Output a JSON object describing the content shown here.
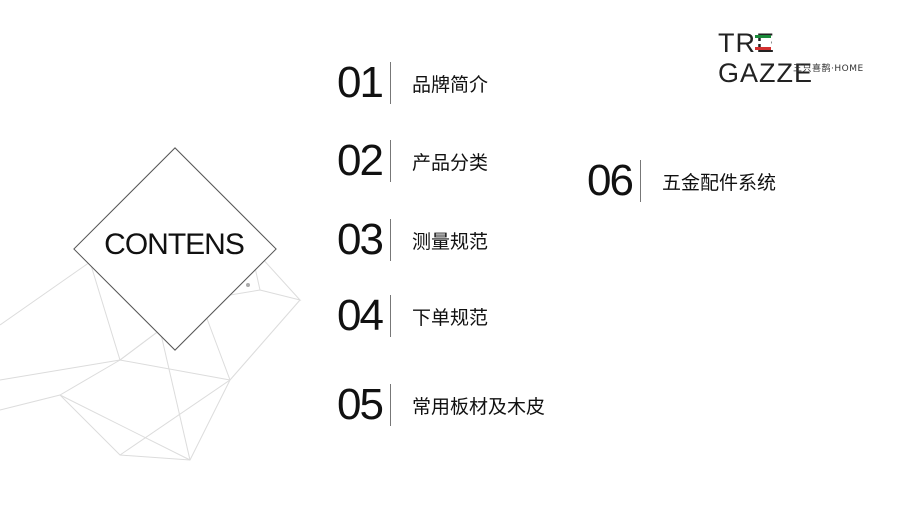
{
  "contents_title": "CONTENS",
  "logo": {
    "text": "TRE GAZZE",
    "subtitle": "三只喜鹊·HOME",
    "flag_colors": [
      "#1a8a3a",
      "#ffffff",
      "#d32f2f"
    ]
  },
  "menu": [
    {
      "num": "01",
      "label": "品牌简介"
    },
    {
      "num": "02",
      "label": "产品分类"
    },
    {
      "num": "03",
      "label": "测量规范"
    },
    {
      "num": "04",
      "label": "下单规范"
    },
    {
      "num": "05",
      "label": "常用板材及木皮"
    },
    {
      "num": "06",
      "label": "五金配件系统"
    }
  ]
}
